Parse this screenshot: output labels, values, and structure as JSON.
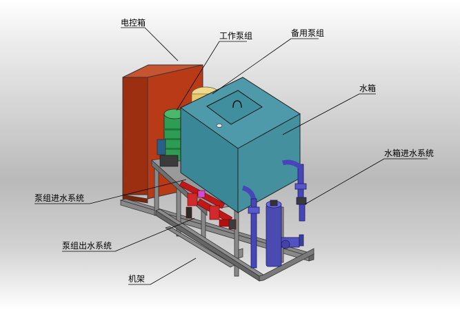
{
  "labels": {
    "control_box": "电控箱",
    "working_pump": "工作泵组",
    "standby_pump": "备用泵组",
    "water_tank": "水箱",
    "tank_inlet": "水箱进水系统",
    "pump_inlet": "泵组进水系统",
    "pump_outlet": "泵组出水系统",
    "frame": "机架"
  },
  "colors": {
    "control_box": "#b83a17",
    "water_tank": "#3f8a99",
    "motor": "#2e9c52",
    "standby_pump": "#e9c86a",
    "pipe": "#4646b8",
    "frame": "#777777",
    "red_piping": "#c01818"
  }
}
